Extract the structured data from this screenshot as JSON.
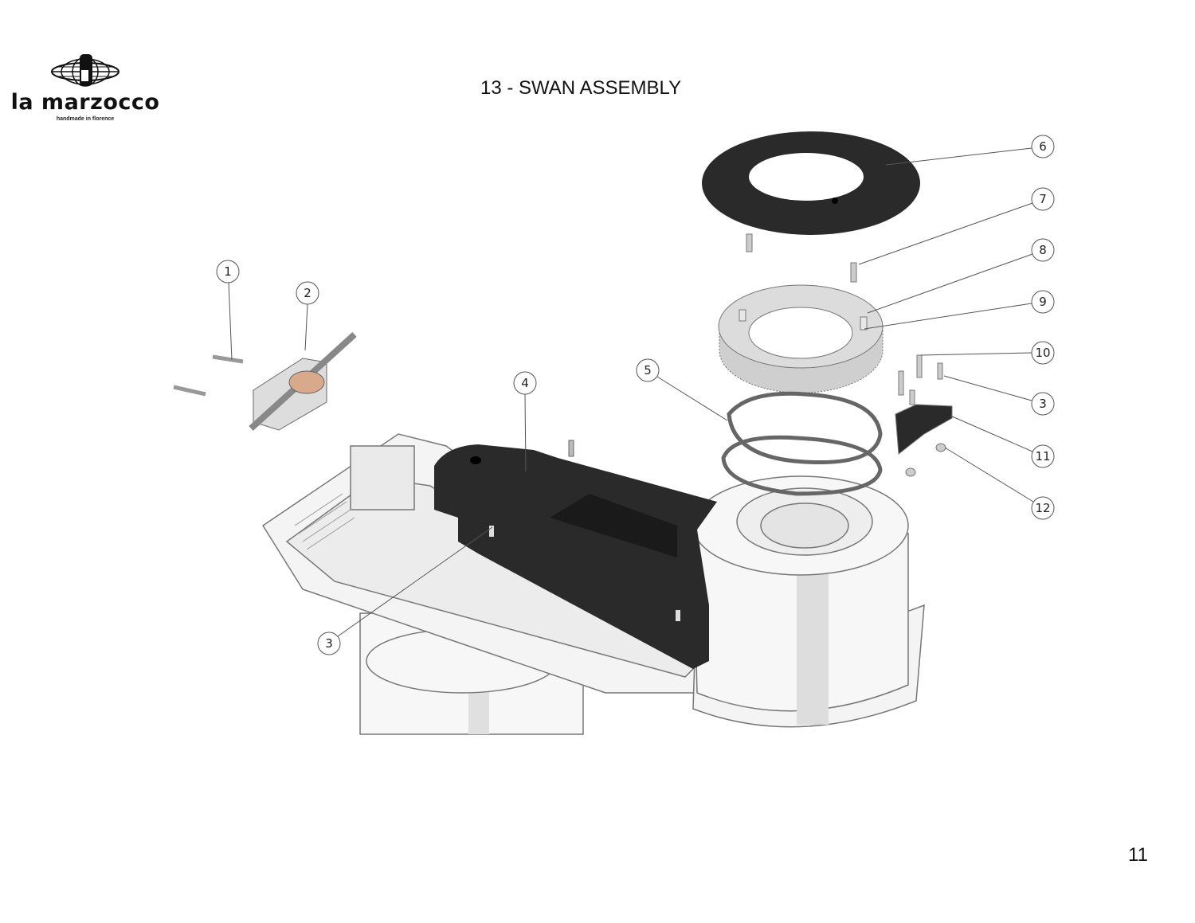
{
  "logo": {
    "brand": "la marzocco",
    "tagline": "handmade in florence"
  },
  "title": "13 - SWAN ASSEMBLY",
  "page_number": "11",
  "callouts": [
    {
      "label": "1"
    },
    {
      "label": "2"
    },
    {
      "label": "3"
    },
    {
      "label": "4"
    },
    {
      "label": "5"
    },
    {
      "label": "6"
    },
    {
      "label": "7"
    },
    {
      "label": "8"
    },
    {
      "label": "9"
    },
    {
      "label": "10"
    },
    {
      "label": "3"
    },
    {
      "label": "11"
    },
    {
      "label": "12"
    }
  ],
  "colors": {
    "dark_part": "#2a2a2a",
    "light_part": "#e9e9e9",
    "outline": "#555555"
  }
}
